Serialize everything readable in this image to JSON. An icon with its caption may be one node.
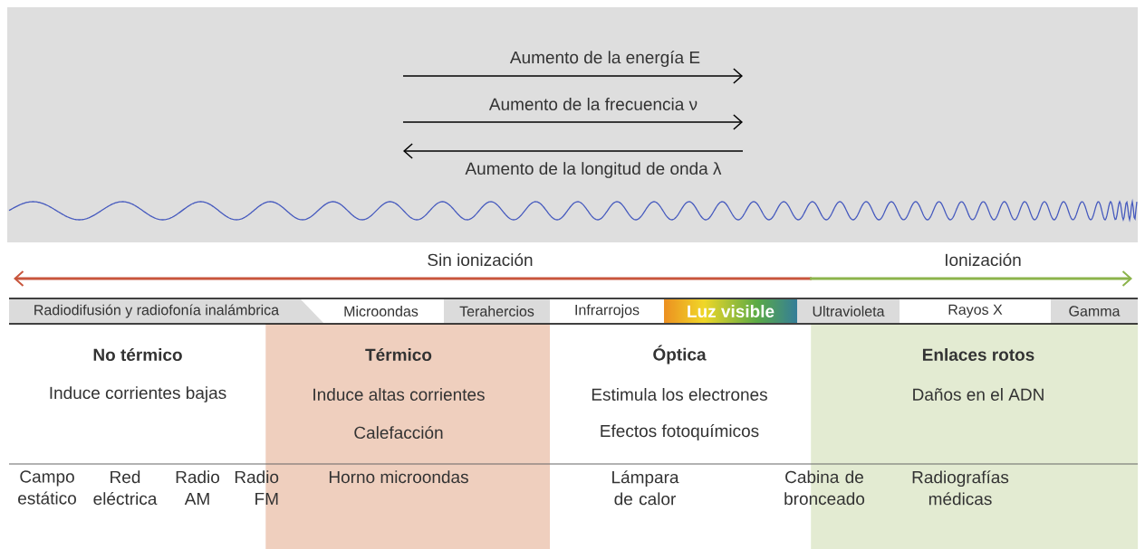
{
  "diagram": {
    "nodes": [
      {
        "text": [
          "Radiodifusión y radiofonía inalámbrica"
        ]
      },
      {
        "text": [
          "Microondas"
        ]
      },
      {
        "text": [
          "Terahercios"
        ]
      },
      {
        "text": [
          "Infrarrojos"
        ]
      },
      {
        "text": [
          "Luz visible"
        ]
      },
      {
        "text": [
          "Ultravioleta"
        ]
      },
      {
        "text": [
          "Rayos X"
        ]
      },
      {
        "text": [
          "Gamma"
        ]
      },
      {
        "text": [
          "Térmico",
          "Induce altas corrientes",
          "Calefacción",
          "Horno microondas"
        ]
      },
      {
        "text": [
          "Enlaces rotos",
          "Daños en el ADN",
          "Radiografías médicas"
        ]
      }
    ],
    "labels": [
      "Aumento de la energía E",
      "Aumento de la frecuencia ν",
      "Aumento de la longitud de onda λ",
      "Sin ionización",
      "Ionización",
      "No térmico",
      "Induce corrientes bajas",
      "Óptica",
      "Estimula los electrones",
      "Efectos fotoquímicos",
      "Campo estático",
      "Red eléctrica",
      "Radio AM",
      "Radio FM",
      "Lámpara de calor",
      "Cabina de bronceado"
    ]
  }
}
